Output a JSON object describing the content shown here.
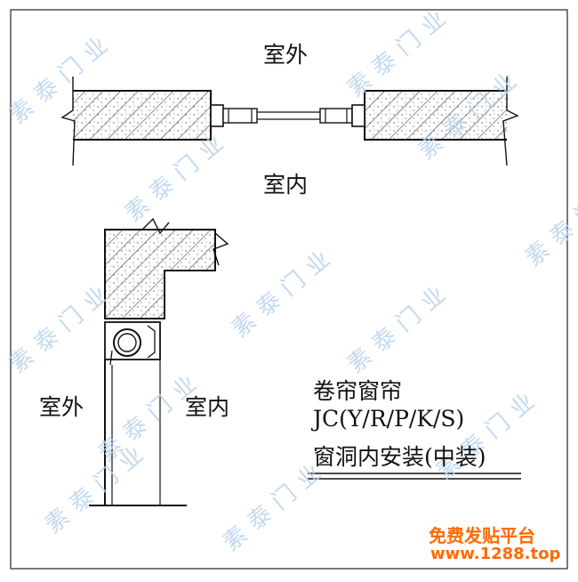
{
  "top_view": {
    "outside_label": "室外",
    "inside_label": "室内"
  },
  "side_view": {
    "outside_label": "室外",
    "inside_label": "室内"
  },
  "annotation": {
    "line1": "卷帘窗帘",
    "line2": "JC(Y/R/P/K/S)",
    "line3": "窗洞内安装(中装)"
  },
  "watermark": {
    "text": "素泰门业",
    "color": "#b9d3ee"
  },
  "promo": {
    "line1": "免费发贴平台",
    "line2": "www.1288.top",
    "color": "#ff6a00"
  }
}
